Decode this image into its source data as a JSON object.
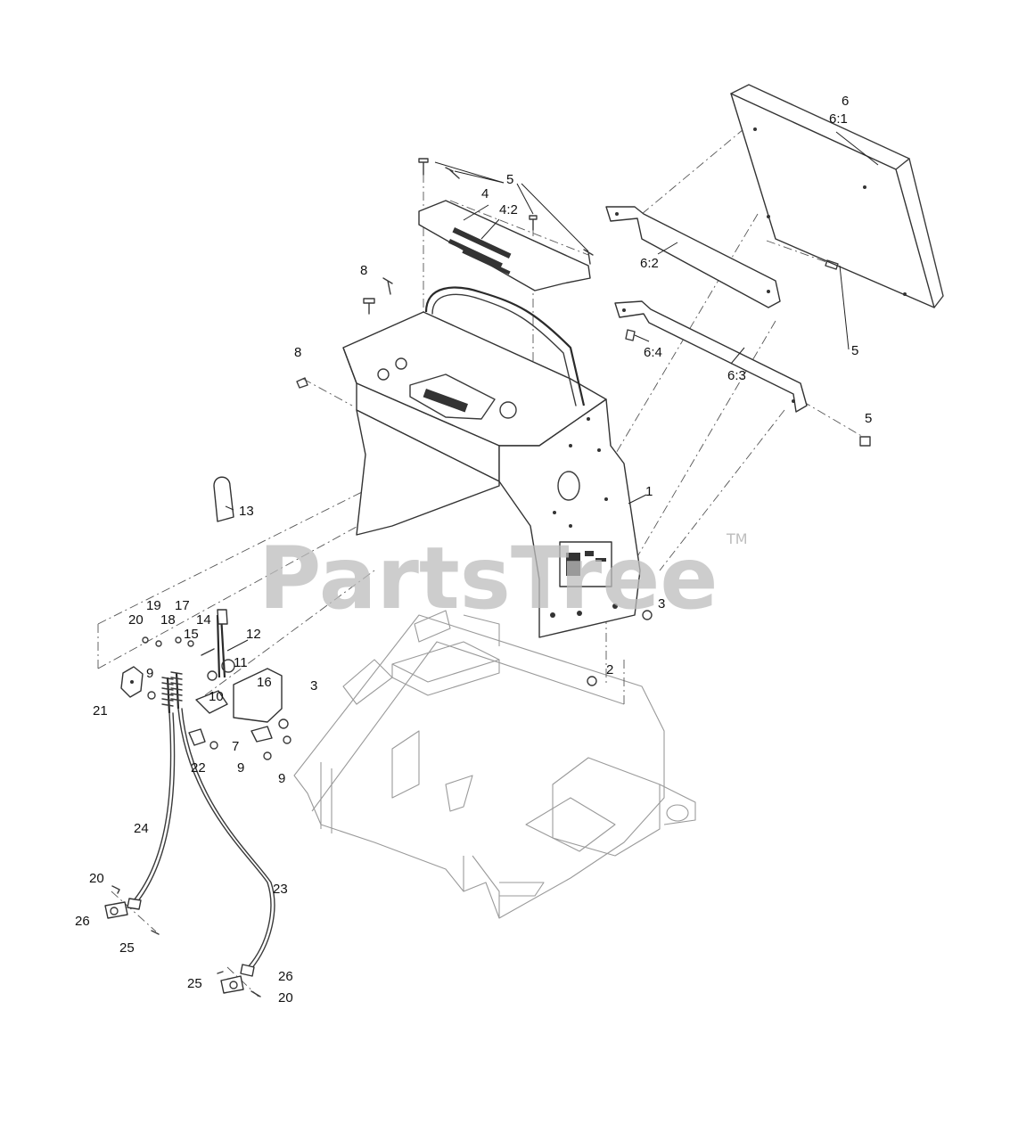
{
  "watermark": {
    "text": "PartsTree",
    "tm": "TM"
  },
  "callouts": {
    "c1": "1",
    "c2": "2",
    "c3a": "3",
    "c3b": "3",
    "c4": "4",
    "c4_2": "4:2",
    "c5a": "5",
    "c5b": "5",
    "c5c": "5",
    "c6": "6",
    "c6_1": "6:1",
    "c6_2": "6:2",
    "c6_3": "6:3",
    "c6_4": "6:4",
    "c7": "7",
    "c8a": "8",
    "c8b": "8",
    "c9a": "9",
    "c9b": "9",
    "c9c": "9",
    "c10": "10",
    "c11": "11",
    "c12": "12",
    "c13": "13",
    "c14": "14",
    "c15": "15",
    "c16": "16",
    "c17": "17",
    "c18": "18",
    "c19": "19",
    "c20a": "20",
    "c20b": "20",
    "c20c": "20",
    "c21": "21",
    "c22": "22",
    "c23": "23",
    "c24": "24",
    "c25a": "25",
    "c25b": "25",
    "c26a": "26",
    "c26b": "26"
  }
}
